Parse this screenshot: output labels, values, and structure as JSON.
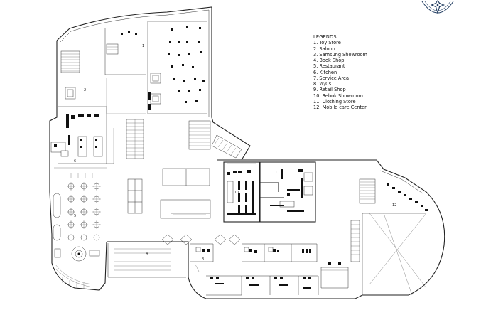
{
  "legend": {
    "title": "LEGENDS",
    "items": [
      "1. Toy Store",
      "2. Saloon",
      "3. Samsung Showroom",
      "4. Book Shop",
      "5. Restaurant",
      "6. Kitchen",
      "7. Service Area",
      "8. W/Cs",
      "9. Retail Shop",
      "10. Rebok Showroom",
      "11. Clothing Store",
      "12. Mobile care Center"
    ]
  },
  "room_numbers": {
    "n1": "1",
    "n2": "2",
    "n3": "3",
    "n4": "4",
    "n5": "5",
    "n6": "6",
    "n10": "10",
    "n11": "11",
    "n12": "12"
  },
  "icons": {
    "compass": "compass-rose-icon"
  }
}
